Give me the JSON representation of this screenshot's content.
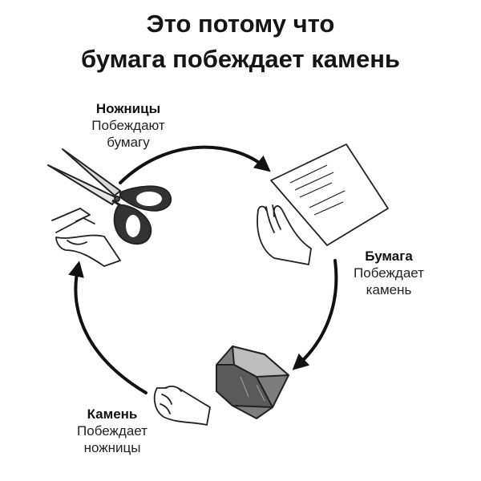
{
  "title": {
    "line1": "Это потому что",
    "line2": "бумага побеждает камень"
  },
  "nodes": {
    "scissors": {
      "name": "Ножницы",
      "desc_line1": "Побеждают",
      "desc_line2": "бумагу",
      "icon": "scissors-icon"
    },
    "paper": {
      "name": "Бумага",
      "desc_line1": "Побеждает",
      "desc_line2": "камень",
      "icon": "paper-sheet-icon"
    },
    "rock": {
      "name": "Камень",
      "desc_line1": "Побеждает",
      "desc_line2": "ножницы",
      "icon": "rock-icon"
    }
  },
  "colors": {
    "ink": "#111111",
    "background": "#ffffff"
  }
}
